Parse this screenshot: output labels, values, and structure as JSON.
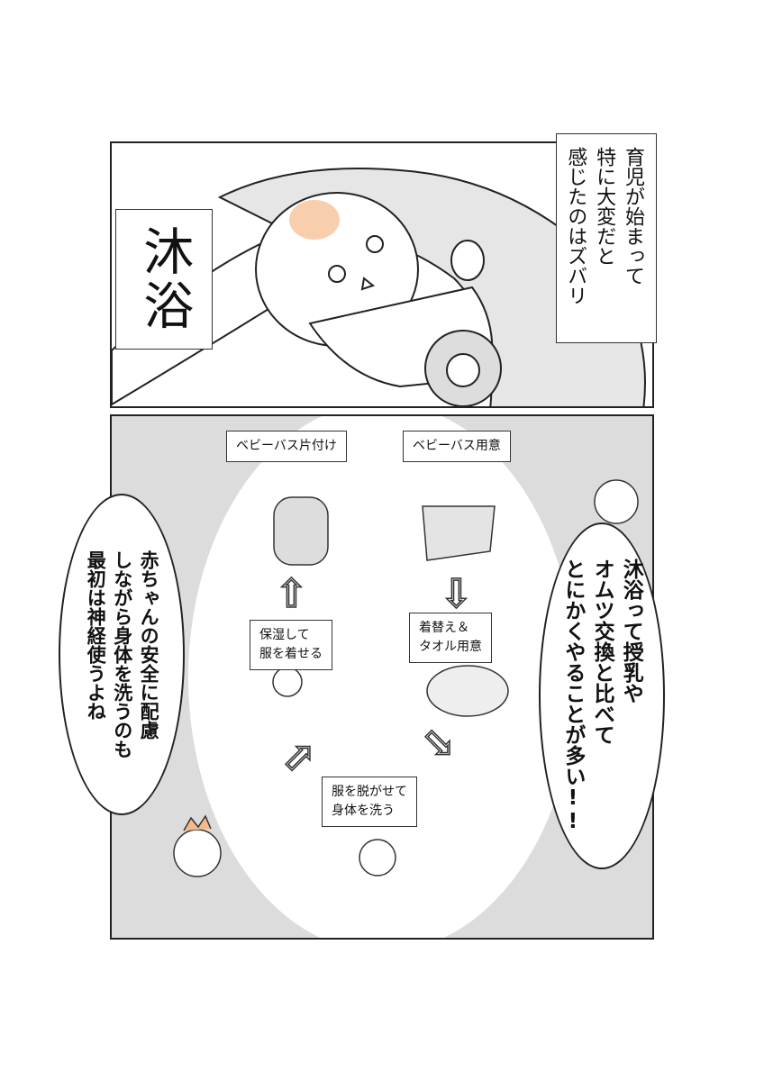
{
  "panel1": {
    "title": "沐浴",
    "narration": "育児が始まって\n特に大変だと\n感じたのはズバリ"
  },
  "panel2": {
    "flow": {
      "step1": "ベビーバス用意",
      "step2": "着替え＆\nタオル用意",
      "step3": "服を脱がせて\n身体を洗う",
      "step4": "保湿して\n服を着せる",
      "step5": "ベビーバス片付け"
    },
    "bubble_right": "沐浴って授乳や\nオムツ交換と比べて\nとにかくやることが多い!!",
    "bubble_left": "赤ちゃんの安全に配慮\nしながら身体を洗うのも\n最初は神経使うよね"
  },
  "colors": {
    "panel_bg": "#dcdcdc",
    "cheek": "#f5b98a"
  }
}
